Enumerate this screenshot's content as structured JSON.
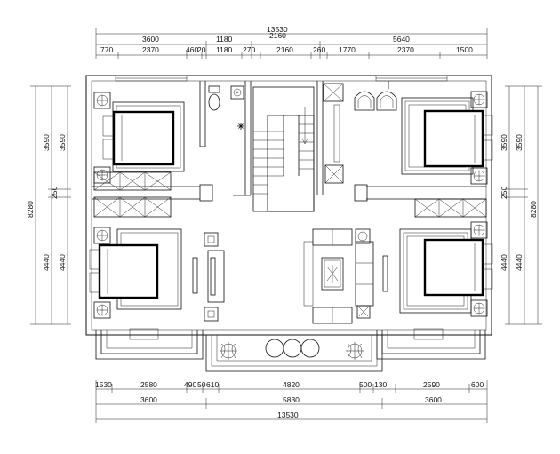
{
  "dimensions": {
    "top_total": "13530",
    "top_mid_label": "2160",
    "top_row1": [
      "3600",
      "1180",
      "5640"
    ],
    "top_row2": [
      "770",
      "2370",
      "460",
      "20",
      "1180",
      "270",
      "2160",
      "260",
      "1770",
      "2370",
      "1500"
    ],
    "bottom_row1": [
      "1530",
      "2580",
      "490",
      "50",
      "610",
      "4820",
      "500",
      "130",
      "2590",
      "600"
    ],
    "bottom_row2": [
      "3600",
      "5830",
      "3600"
    ],
    "bottom_total": "13530",
    "left_outer": "8280",
    "left_inner": [
      "3590",
      "250",
      "4440"
    ],
    "left_inner2": [
      "3590",
      "4440"
    ],
    "right_inner": [
      "3590",
      "250",
      "4440"
    ],
    "right_outer": "8280"
  }
}
